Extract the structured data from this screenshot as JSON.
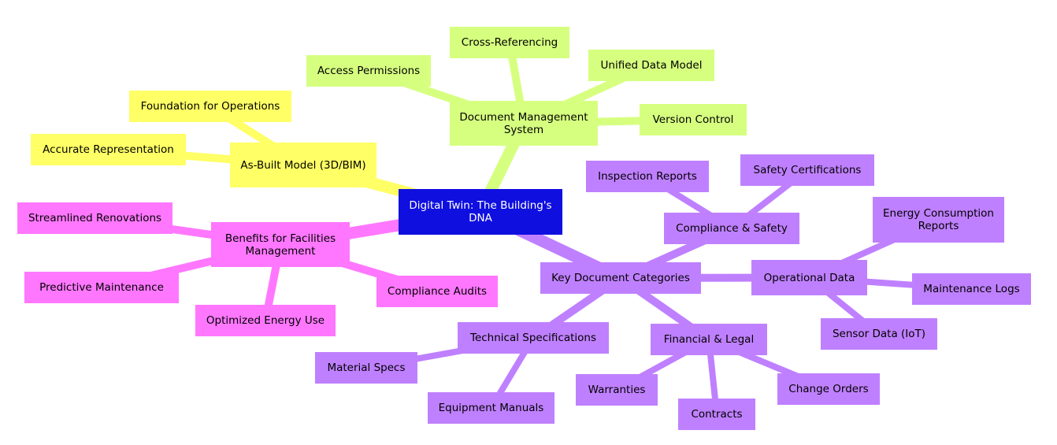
{
  "palette": {
    "root": "#0f0fe0",
    "yellow": "#ffff66",
    "green": "#d6ff80",
    "pink": "#ff77ff",
    "purple": "#bf80ff"
  },
  "diagram": {
    "root": "Digital Twin: The Building's DNA",
    "branches": [
      {
        "id": "asbuilt",
        "color": "yellow",
        "label": "As-Built Model (3D/BIM)",
        "children": [
          {
            "id": "foundation",
            "label": "Foundation for Operations"
          },
          {
            "id": "accurate",
            "label": "Accurate Representation"
          }
        ]
      },
      {
        "id": "dms",
        "color": "green",
        "label": "Document Management System",
        "children": [
          {
            "id": "access",
            "label": "Access Permissions"
          },
          {
            "id": "crossref",
            "label": "Cross-Referencing"
          },
          {
            "id": "unified",
            "label": "Unified Data Model"
          },
          {
            "id": "version",
            "label": "Version Control"
          }
        ]
      },
      {
        "id": "benefits",
        "color": "pink",
        "label": "Benefits for Facilities Management",
        "children": [
          {
            "id": "renov",
            "label": "Streamlined Renovations"
          },
          {
            "id": "predict",
            "label": "Predictive Maintenance"
          },
          {
            "id": "energyuse",
            "label": "Optimized Energy Use"
          },
          {
            "id": "audits",
            "label": "Compliance Audits"
          }
        ]
      },
      {
        "id": "keydocs",
        "color": "purple",
        "label": "Key Document Categories",
        "children": [
          {
            "id": "compliance",
            "label": "Compliance & Safety",
            "children": [
              {
                "id": "inspection",
                "label": "Inspection Reports"
              },
              {
                "id": "safety",
                "label": "Safety Certifications"
              }
            ]
          },
          {
            "id": "operational",
            "label": "Operational Data",
            "children": [
              {
                "id": "energyrep",
                "label": "Energy Consumption Reports"
              },
              {
                "id": "maintlogs",
                "label": "Maintenance Logs"
              },
              {
                "id": "sensor",
                "label": "Sensor Data (IoT)"
              }
            ]
          },
          {
            "id": "financial",
            "label": "Financial & Legal",
            "children": [
              {
                "id": "warranties",
                "label": "Warranties"
              },
              {
                "id": "contracts",
                "label": "Contracts"
              },
              {
                "id": "changeorders",
                "label": "Change Orders"
              }
            ]
          },
          {
            "id": "techspecs",
            "label": "Technical Specifications",
            "children": [
              {
                "id": "material",
                "label": "Material Specs"
              },
              {
                "id": "equipment",
                "label": "Equipment Manuals"
              }
            ]
          }
        ]
      }
    ]
  }
}
